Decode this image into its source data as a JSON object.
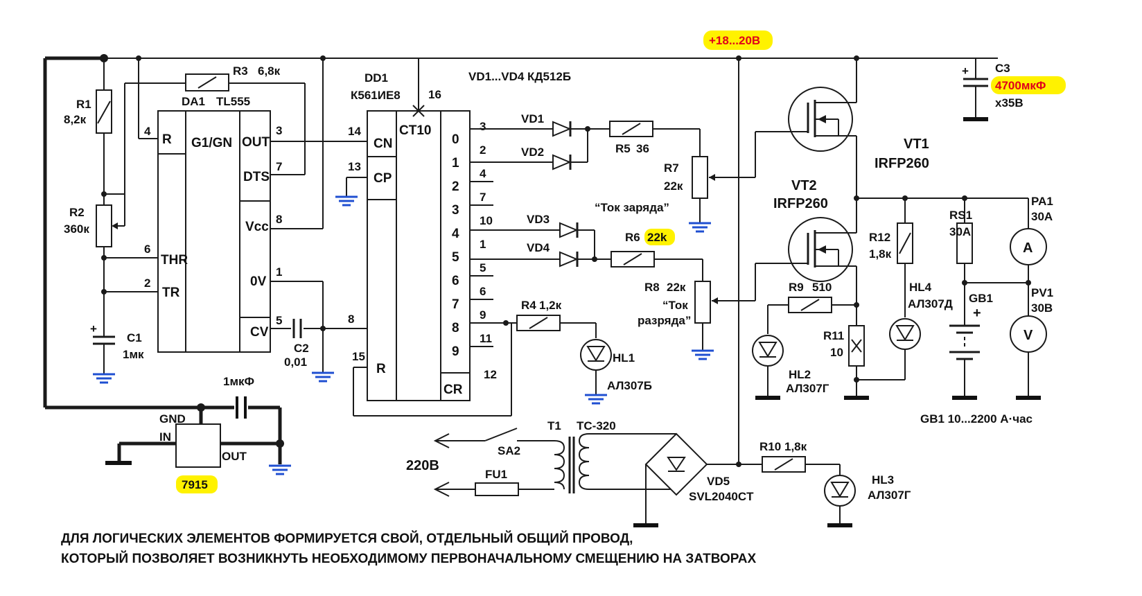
{
  "supply_label": "+18...20В",
  "dd1": {
    "name": "DD1",
    "part": "К561ИЕ8",
    "func": "CT10",
    "pin16": "16",
    "pins_left": [
      {
        "pin": "14",
        "name": "CN"
      },
      {
        "pin": "13",
        "name": "CP"
      },
      {
        "pin": "15",
        "name": "R"
      }
    ],
    "outputs": [
      "0",
      "1",
      "2",
      "3",
      "4",
      "5",
      "6",
      "7",
      "8",
      "9"
    ],
    "out_pins": [
      "3",
      "2",
      "4",
      "7",
      "10",
      "1",
      "5",
      "6",
      "9",
      "11"
    ],
    "cr": {
      "pin": "12",
      "name": "CR"
    },
    "reset_in": "8"
  },
  "da1": {
    "name": "DA1",
    "part": "TL555",
    "func": "G1/GN",
    "left": [
      {
        "pin": "4",
        "name": "R"
      },
      {
        "pin": "6",
        "name": "THR"
      },
      {
        "pin": "2",
        "name": "TR"
      }
    ],
    "right": [
      {
        "pin": "3",
        "name": "OUT"
      },
      {
        "pin": "7",
        "name": "DTS"
      },
      {
        "pin": "8",
        "name": "Vcc"
      },
      {
        "pin": "1",
        "name": "0V"
      },
      {
        "pin": "5",
        "name": "CV"
      }
    ]
  },
  "diodes_note": "VD1...VD4 КД512Б",
  "parts": {
    "r1": {
      "name": "R1",
      "value": "8,2к"
    },
    "r2": {
      "name": "R2",
      "value": "360к"
    },
    "r3": {
      "name": "R3",
      "value": "6,8к"
    },
    "r4": {
      "name": "R4",
      "value": "1,2к"
    },
    "r5": {
      "name": "R5",
      "value": "36"
    },
    "r6": {
      "name": "R6",
      "value": "22k"
    },
    "r7": {
      "name": "R7",
      "value": "22к"
    },
    "r8": {
      "name": "R8",
      "value": "22к"
    },
    "r9": {
      "name": "R9",
      "value": "510"
    },
    "r10": {
      "name": "R10",
      "value": "1,8к"
    },
    "r11": {
      "name": "R11",
      "value": "10"
    },
    "r12": {
      "name": "R12",
      "value": "1,8к"
    },
    "rs1": {
      "name": "RS1",
      "value": "30А"
    },
    "c1": {
      "name": "C1",
      "value": "1мк"
    },
    "c2": {
      "name": "C2",
      "value": "0,01"
    },
    "c3": {
      "name": "C3",
      "value": "4700мкФ",
      "voltage": "х35В"
    },
    "c_reg": {
      "value": "1мкФ"
    },
    "vd1": "VD1",
    "vd2": "VD2",
    "vd3": "VD3",
    "vd4": "VD4",
    "vd5": {
      "name": "VD5",
      "part": "SVL2040CT"
    },
    "vt1": {
      "name": "VT1",
      "part": "IRFP260"
    },
    "vt2": {
      "name": "VT2",
      "part": "IRFP260"
    },
    "hl1": {
      "name": "HL1",
      "part": "АЛ307Б"
    },
    "hl2": {
      "name": "HL2",
      "part": "АЛ307Г"
    },
    "hl3": {
      "name": "HL3",
      "part": "АЛ307Г"
    },
    "hl4": {
      "name": "HL4",
      "part": "АЛ307Д"
    },
    "pa1": {
      "name": "PA1",
      "range": "30А",
      "symbol": "A"
    },
    "pv1": {
      "name": "PV1",
      "range": "30В",
      "symbol": "V"
    },
    "gb1": {
      "name": "GB1",
      "plus": "+",
      "note": "GB1 10...2200 А·час"
    },
    "t1": {
      "name": "T1",
      "part": "ТС-320"
    },
    "sa2": "SA2",
    "fu1": "FU1",
    "mains": "220В",
    "reg": {
      "part": "7915",
      "gnd": "GND",
      "in": "IN",
      "out": "OUT"
    }
  },
  "captions": {
    "charge": "“Ток заряда”",
    "discharge_1": "“Ток",
    "discharge_2": "разряда”"
  },
  "notes": [
    "ДЛЯ ЛОГИЧЕСКИХ ЭЛЕМЕНТОВ ФОРМИРУЕТСЯ СВОЙ, ОТДЕЛЬНЫЙ ОБЩИЙ ПРОВОД,",
    "КОТОРЫЙ ПОЗВОЛЯЕТ ВОЗНИКНУТЬ НЕОБХОДИМОМУ ПЕРВОНАЧАЛЬНОМУ СМЕЩЕНИЮ НА ЗАТВОРАХ"
  ],
  "colors": {
    "highlight": "#fff200",
    "warn_text": "#e0001a",
    "ground_blue": "#1f4fd1",
    "ink": "#1a1a1a"
  }
}
